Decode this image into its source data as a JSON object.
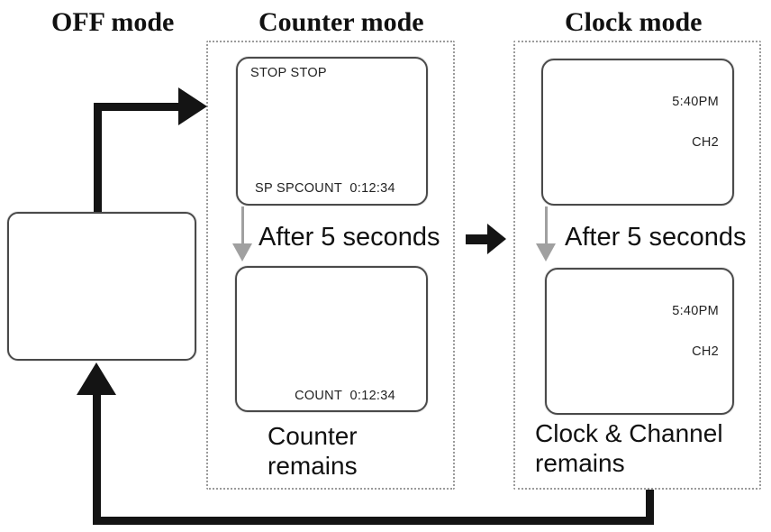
{
  "headers": {
    "off": "OFF mode",
    "counter": "Counter mode",
    "clock": "Clock mode"
  },
  "counter_section": {
    "screen_top": {
      "status_line": "STOP STOP",
      "counter_line": "SP SPCOUNT  0:12:34"
    },
    "transition_label": "After 5 seconds",
    "screen_bottom": {
      "counter_line": "COUNT  0:12:34"
    },
    "caption_line1": "Counter",
    "caption_line2": "remains"
  },
  "clock_section": {
    "screen_top": {
      "time": "5:40PM",
      "channel": "CH2"
    },
    "transition_label": "After 5 seconds",
    "screen_bottom": {
      "time": "5:40PM",
      "channel": "CH2"
    },
    "caption_line1": "Clock & Channel",
    "caption_line2": "remains"
  },
  "colors": {
    "arrow_black": "#141414",
    "dotted_border": "#9b9b9b",
    "gray_arrow": "#a0a0a0",
    "screen_border": "#4a4a4a"
  }
}
